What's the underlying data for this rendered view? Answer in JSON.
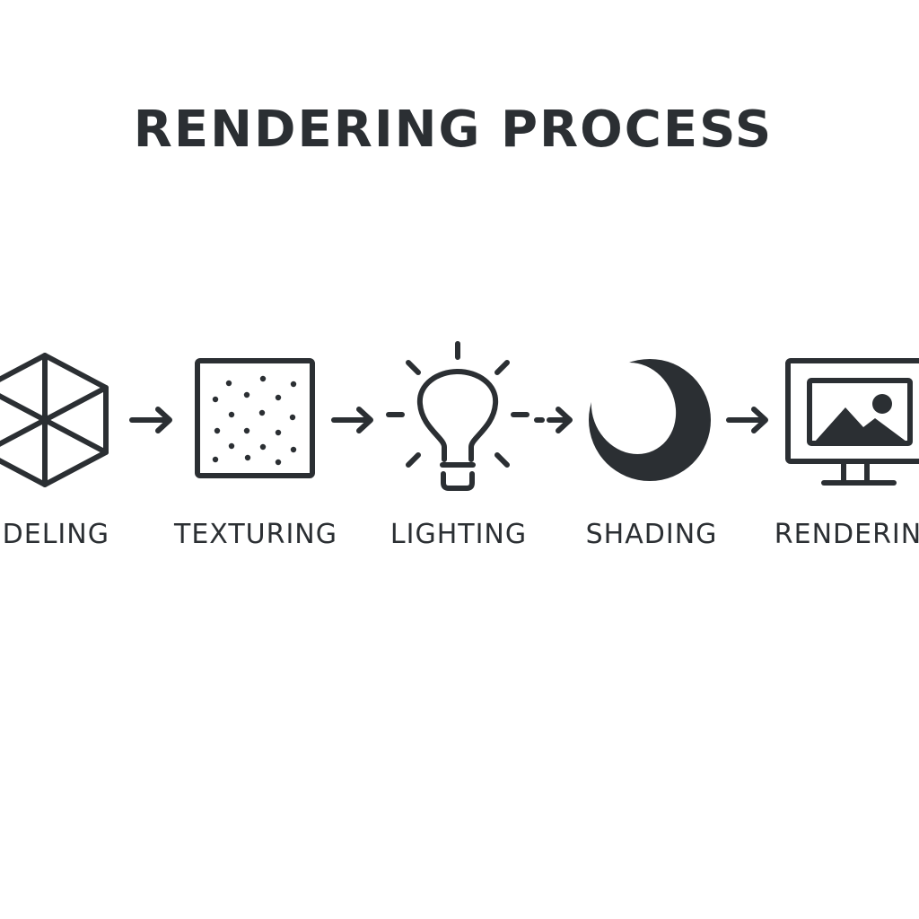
{
  "title": "RENDERING PROCESS",
  "colors": {
    "ink": "#2b2f33",
    "background": "#ffffff"
  },
  "steps": [
    {
      "label": "ODELING",
      "icon": "hexagon-wireframe-icon"
    },
    {
      "label": "TEXTURING",
      "icon": "dotted-square-icon"
    },
    {
      "label": "LIGHTING",
      "icon": "light-bulb-icon"
    },
    {
      "label": "SHADING",
      "icon": "shaded-sphere-icon"
    },
    {
      "label": "RENDERIN",
      "icon": "monitor-image-icon"
    }
  ],
  "connectors": [
    "arrow-icon",
    "arrow-icon",
    "arrow-icon",
    "arrow-icon"
  ]
}
